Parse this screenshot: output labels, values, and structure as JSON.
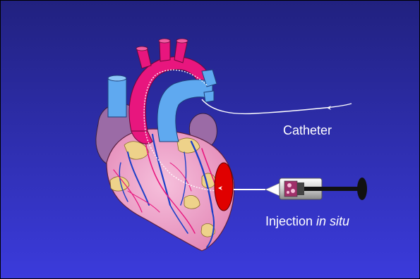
{
  "labels": {
    "catheter": "Catheter",
    "injection_prefix": "Injection ",
    "injection_italic": "in situ"
  },
  "colors": {
    "background_top": "#23238a",
    "background_bottom": "#3a3ad8",
    "aorta": "#e8167e",
    "vein": "#5fa9f0",
    "heart": "#ef9cc6",
    "fat": "#eed28a",
    "atrium": "#9a6aa8",
    "injection_site": "#e00000",
    "catheter": "#ffffff"
  },
  "icons": {
    "heart": "heart-illustration",
    "syringe": "syringe-icon"
  }
}
